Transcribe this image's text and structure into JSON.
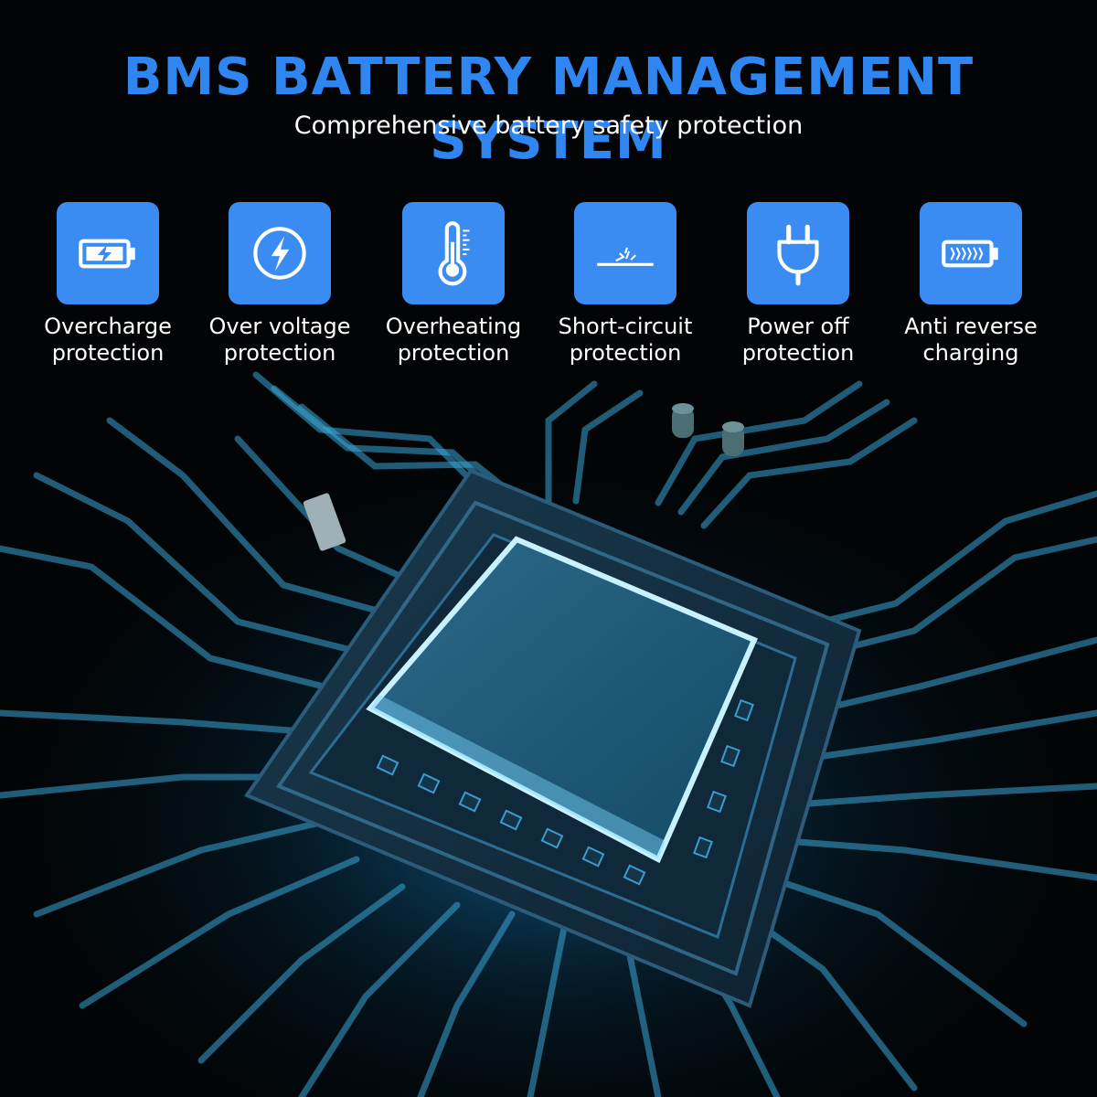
{
  "header": {
    "title": "BMS BATTERY MANAGEMENT SYSTEM",
    "subtitle": "Comprehensive battery safety protection"
  },
  "features": [
    {
      "line1": "Overcharge",
      "line2": "protection",
      "icon": "battery-charging-icon"
    },
    {
      "line1": "Over voltage",
      "line2": "protection",
      "icon": "lightning-bolt-icon"
    },
    {
      "line1": "Overheating",
      "line2": "protection",
      "icon": "thermometer-icon"
    },
    {
      "line1": "Short-circuit",
      "line2": "protection",
      "icon": "broken-circuit-icon"
    },
    {
      "line1": "Power off",
      "line2": "protection",
      "icon": "power-plug-icon"
    },
    {
      "line1": "Anti reverse",
      "line2": "charging",
      "icon": "battery-level-icon"
    }
  ],
  "colors": {
    "accent": "#2f86f0",
    "tile": "#3a8cf2",
    "background": "#020405",
    "glow": "#2fb8ff"
  }
}
